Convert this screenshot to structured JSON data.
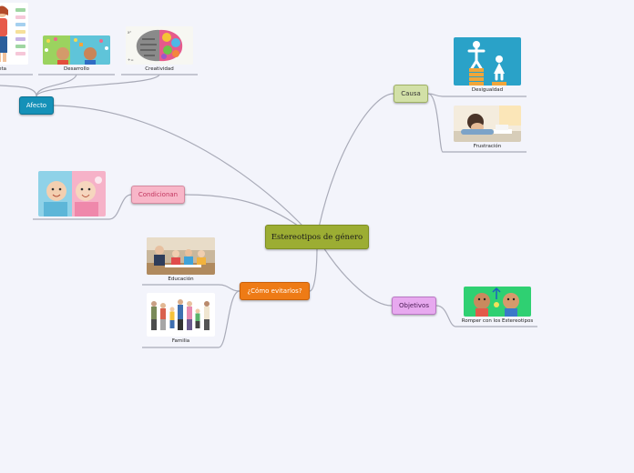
{
  "central": {
    "label": "Estereotipos de género"
  },
  "branches": {
    "afecto": "Afecto",
    "condicionan": "Condicionan",
    "como_evitarlos": "¿Cómo evitarlos?",
    "causa": "Causa",
    "objetivos": "Objetivos"
  },
  "images": {
    "afecto_cut": "eta",
    "desarrollo": "Desarrollo",
    "creatividad": "Creatividad",
    "educacion": "Educación",
    "familia": "Familia",
    "desigualdad": "Desigualdad",
    "frustracion": "Frustración",
    "romper": "Romper con los Estereotipos"
  },
  "colors": {
    "background": "#f3f4fb",
    "central": "#9cad33",
    "afecto": "#1591b8",
    "condicionan": "#f8b6c8",
    "como_evitarlos": "#ee7b16",
    "causa": "#d2e0a7",
    "objetivos": "#e7a9ef",
    "connector": "#a9abb8"
  }
}
